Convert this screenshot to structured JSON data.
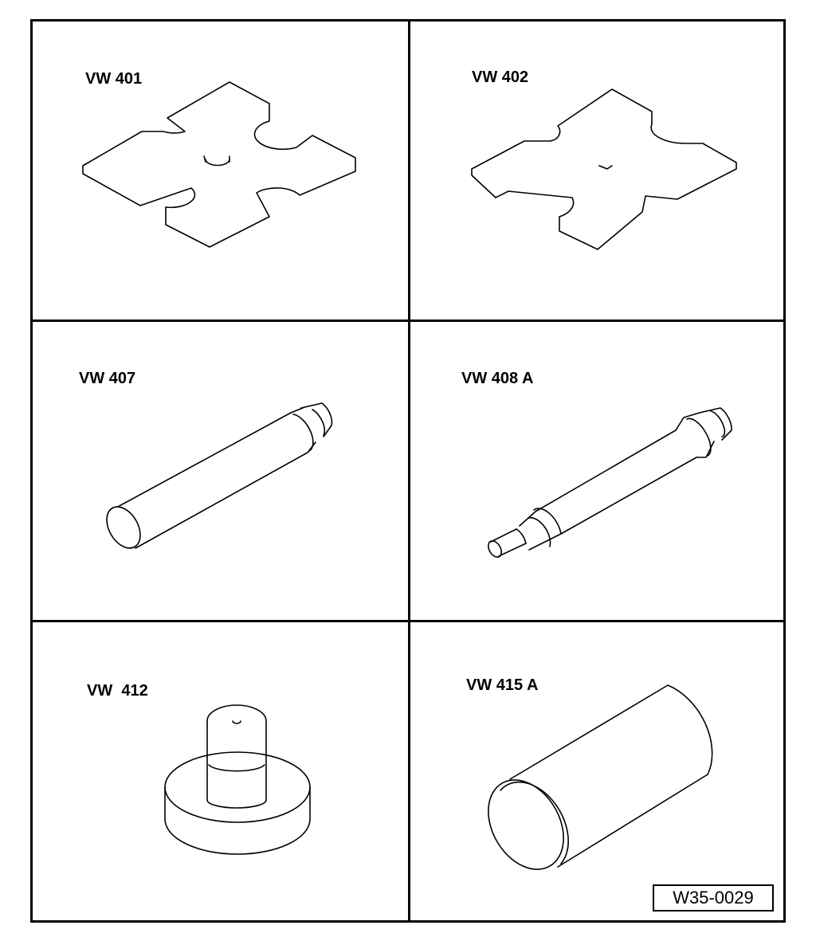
{
  "tools": [
    {
      "label": "VW 401",
      "shape": "cross-plate"
    },
    {
      "label": "VW 402",
      "shape": "cross-plate"
    },
    {
      "label": "VW 407",
      "shape": "drift-pin"
    },
    {
      "label": "VW 408 A",
      "shape": "stepped-drift"
    },
    {
      "label": "VW  412",
      "shape": "flanged-mandrel"
    },
    {
      "label": "VW 415 A",
      "shape": "sleeve"
    }
  ],
  "figure_ref": "W35-0029",
  "colors": {
    "line": "#000000",
    "background": "#ffffff"
  }
}
